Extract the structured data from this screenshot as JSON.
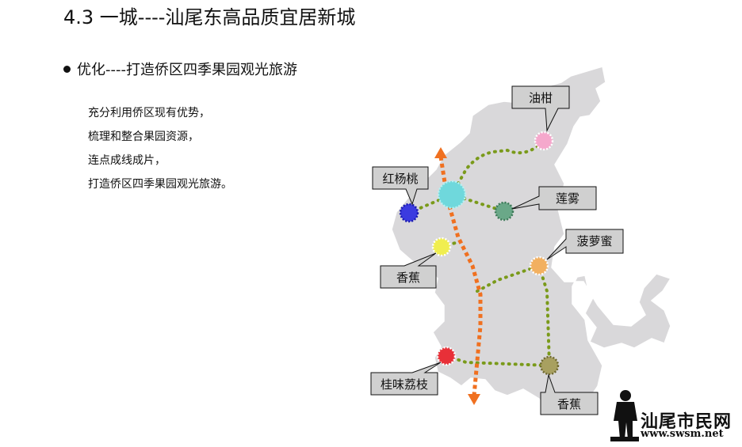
{
  "title": "4.3 一城----汕尾东高品质宜居新城",
  "bullet": "优化----打造侨区四季果园观光旅游",
  "body_lines": [
    "充分利用侨区现有优势，",
    "梳理和整合果园资源，",
    "连点成线成片，",
    "打造侨区四季果园观光旅游。"
  ],
  "map": {
    "labels": {
      "youjin": "油柑",
      "hongyangtao": "红杨桃",
      "lianwu": "莲雾",
      "boluomi": "菠萝蜜",
      "xiangjiao_left": "香蕉",
      "guiweilizhi": "桂味荔枝",
      "xiangjiao_bottom": "香蕉"
    },
    "colors": {
      "land": "#d9d8da",
      "route_green": "#7a9a1a",
      "main_axis": "#f07020",
      "callout_fill": "#d0d0d0",
      "node_pink": "#f5a8cc",
      "node_cyan": "#6fd8dc",
      "node_blue": "#3b3be0",
      "node_teal": "#6aa888",
      "node_yellow": "#f0ee50",
      "node_orange": "#f2b060",
      "node_red": "#e83038",
      "node_olive": "#a8a060"
    }
  },
  "logo": {
    "name": "汕尾市民网",
    "url": "www.swsm.net"
  }
}
